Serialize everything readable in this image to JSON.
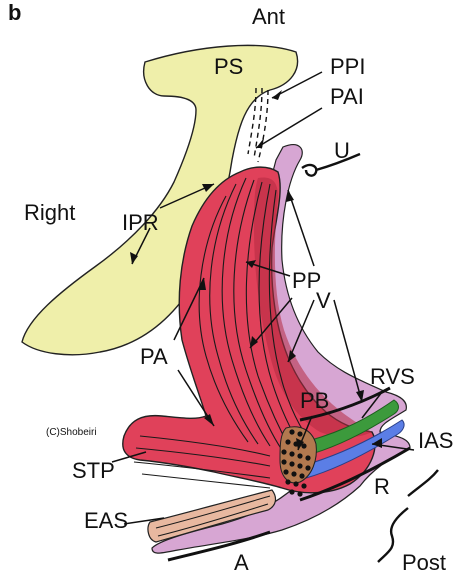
{
  "panel_label": "b",
  "orientation": {
    "ant": "Ant",
    "post": "Post",
    "right": "Right"
  },
  "copyright": "(C)Shobeiri",
  "structures": {
    "ps": "PS",
    "ppi": "PPI",
    "pai": "PAI",
    "u": "U",
    "ipr": "IPR",
    "pp": "PP",
    "v": "V",
    "pa": "PA",
    "rvs": "RVS",
    "pb": "PB",
    "ias": "IAS",
    "stp": "STP",
    "r": "R",
    "eas": "EAS",
    "a": "A"
  },
  "colors": {
    "bone": "#efefaa",
    "muscle": "#e0415a",
    "muscle_dark": "#b52a42",
    "mucosa": "#d7a6d3",
    "green": "#3c9a3c",
    "blue": "#5b7ee6",
    "pb_tan": "#b2794f",
    "eas_tan": "#e8b8a0"
  }
}
